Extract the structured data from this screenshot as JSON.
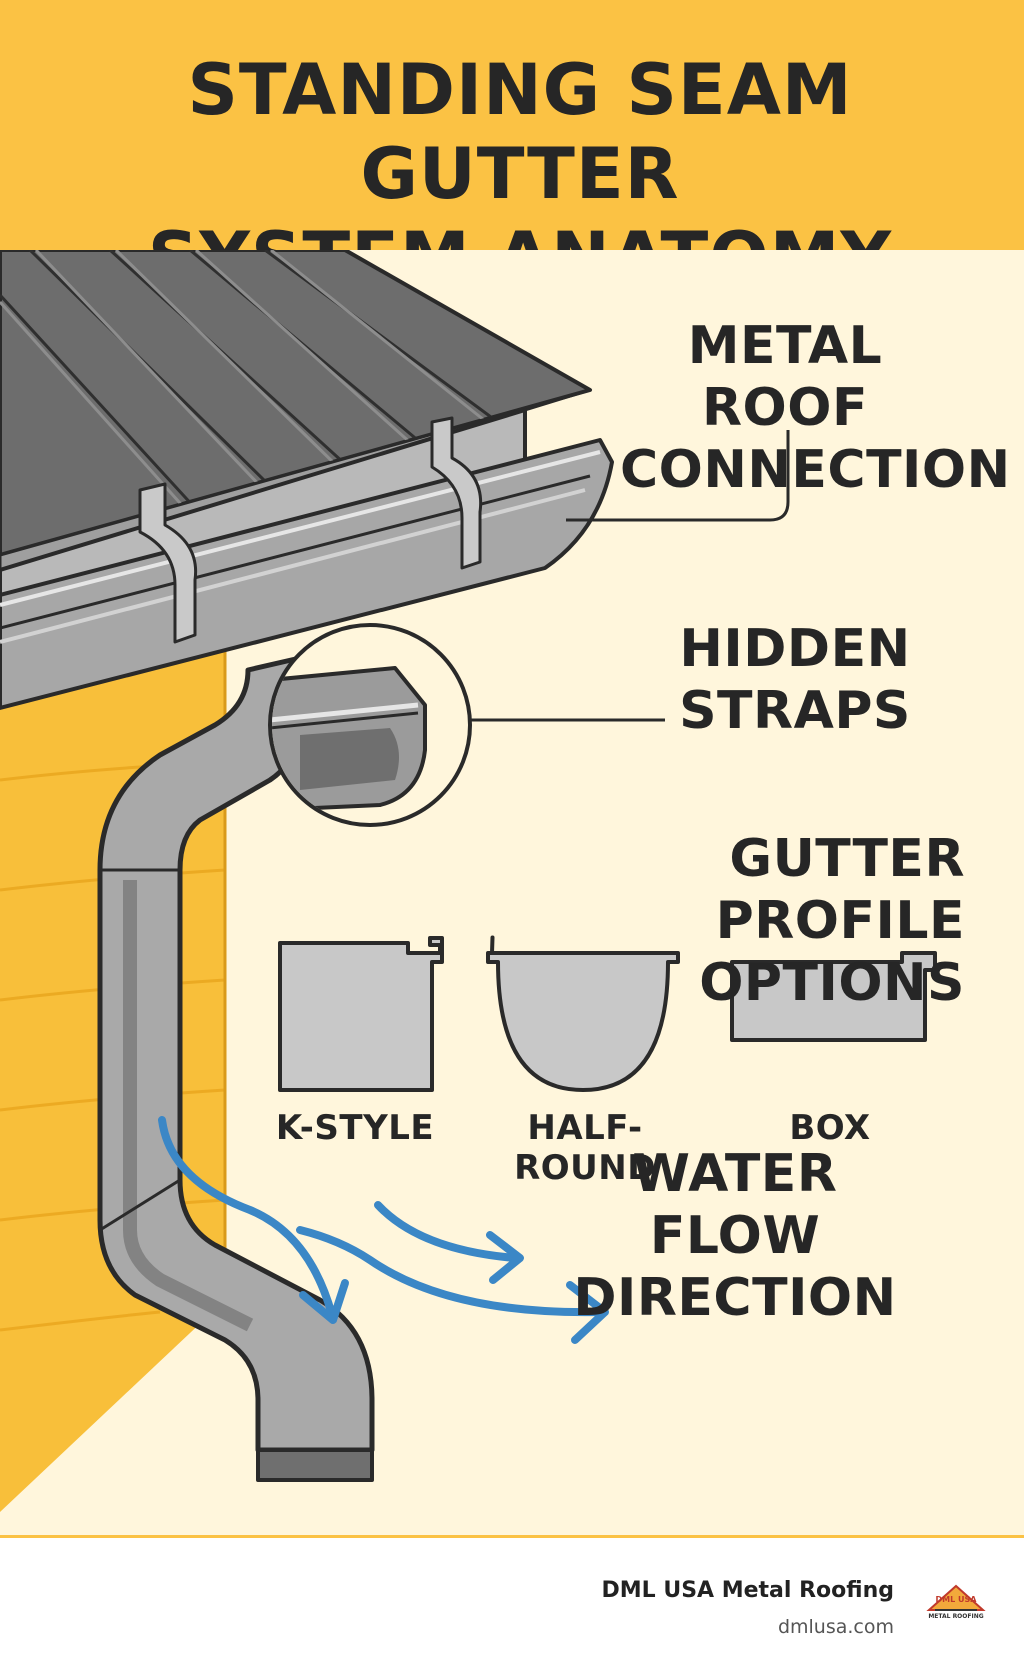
{
  "header": {
    "title_line1": "STANDING SEAM GUTTER",
    "title_line2": "SYSTEM ANATOMY"
  },
  "labels": {
    "roof_connection_line1": "METAL ROOF",
    "roof_connection_line2": "CONNECTION",
    "hidden_straps_line1": "HIDDEN",
    "hidden_straps_line2": "STRAPS",
    "profile_options_line1": "GUTTER PROFILE",
    "profile_options_line2": "OPTIONS",
    "water_flow_line1": "WATER FLOW",
    "water_flow_line2": "DIRECTION"
  },
  "profiles": [
    "K-STYLE",
    "HALF-ROUND",
    "BOX"
  ],
  "footer": {
    "brand": "DML USA Metal Roofing",
    "site": "dmlusa.com",
    "logo_text_line1": "DML USA",
    "logo_text_line2": "METAL ROOFING"
  },
  "colors": {
    "header_bg": "#fbc244",
    "scene_bg": "#fff6dc",
    "wall": "#f8bf3a",
    "metal": "#9a9a9a",
    "roof": "#6d6d6d",
    "outline": "#2a2a2a",
    "water_arrow": "#3b87c6"
  }
}
